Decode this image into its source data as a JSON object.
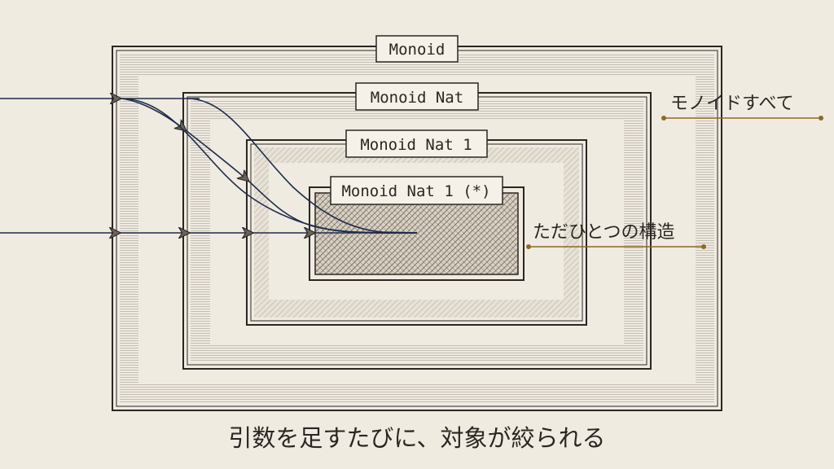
{
  "boxes": [
    {
      "label": "Monoid"
    },
    {
      "label": "Monoid Nat"
    },
    {
      "label": "Monoid Nat 1"
    },
    {
      "label": "Monoid Nat 1 (*)"
    }
  ],
  "annotations": {
    "all_monoids": "モノイドすべて",
    "unique_structure": "ただひとつの構造"
  },
  "caption": "引数を足すたびに、対象が絞られる",
  "colors": {
    "background": "#f0ebe1",
    "ink": "#2a2622",
    "arrow_line": "#1e2c4a",
    "annotation_line": "#8a6a2a"
  }
}
